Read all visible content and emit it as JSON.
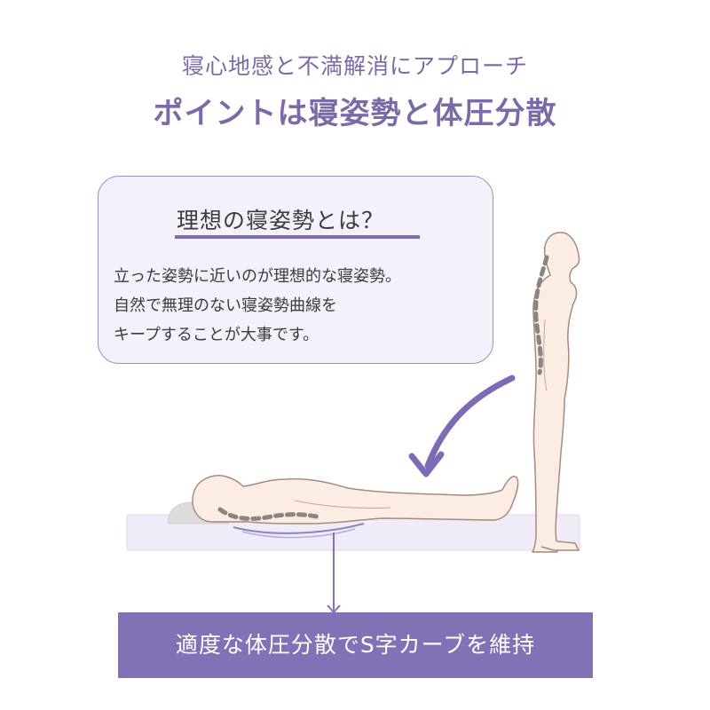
{
  "header": {
    "subtitle": "寝心地感と不満解消にアプローチ",
    "title": "ポイントは寝姿勢と体圧分散"
  },
  "callout": {
    "heading": "理想の寝姿勢とは？",
    "lines": [
      "立った姿勢に近いのが理想的な寝姿勢。",
      "自然で無理のない寝姿勢曲線を",
      "キープすることが大事です。"
    ]
  },
  "banner": {
    "text": "適度な体圧分散でS字カーブを維持"
  },
  "colors": {
    "accent": "#8271b5",
    "title_text": "#7b6aa7",
    "callout_bg": "#f4f1fa",
    "body_fill": "#fbede4",
    "body_outline": "#a78a7d",
    "mattress": "#efecf8",
    "spine_dots": "#8a8580"
  },
  "icons": [
    "curved-arrow-icon",
    "standing-figure-icon",
    "lying-figure-icon",
    "pillow-icon",
    "mattress-icon"
  ]
}
